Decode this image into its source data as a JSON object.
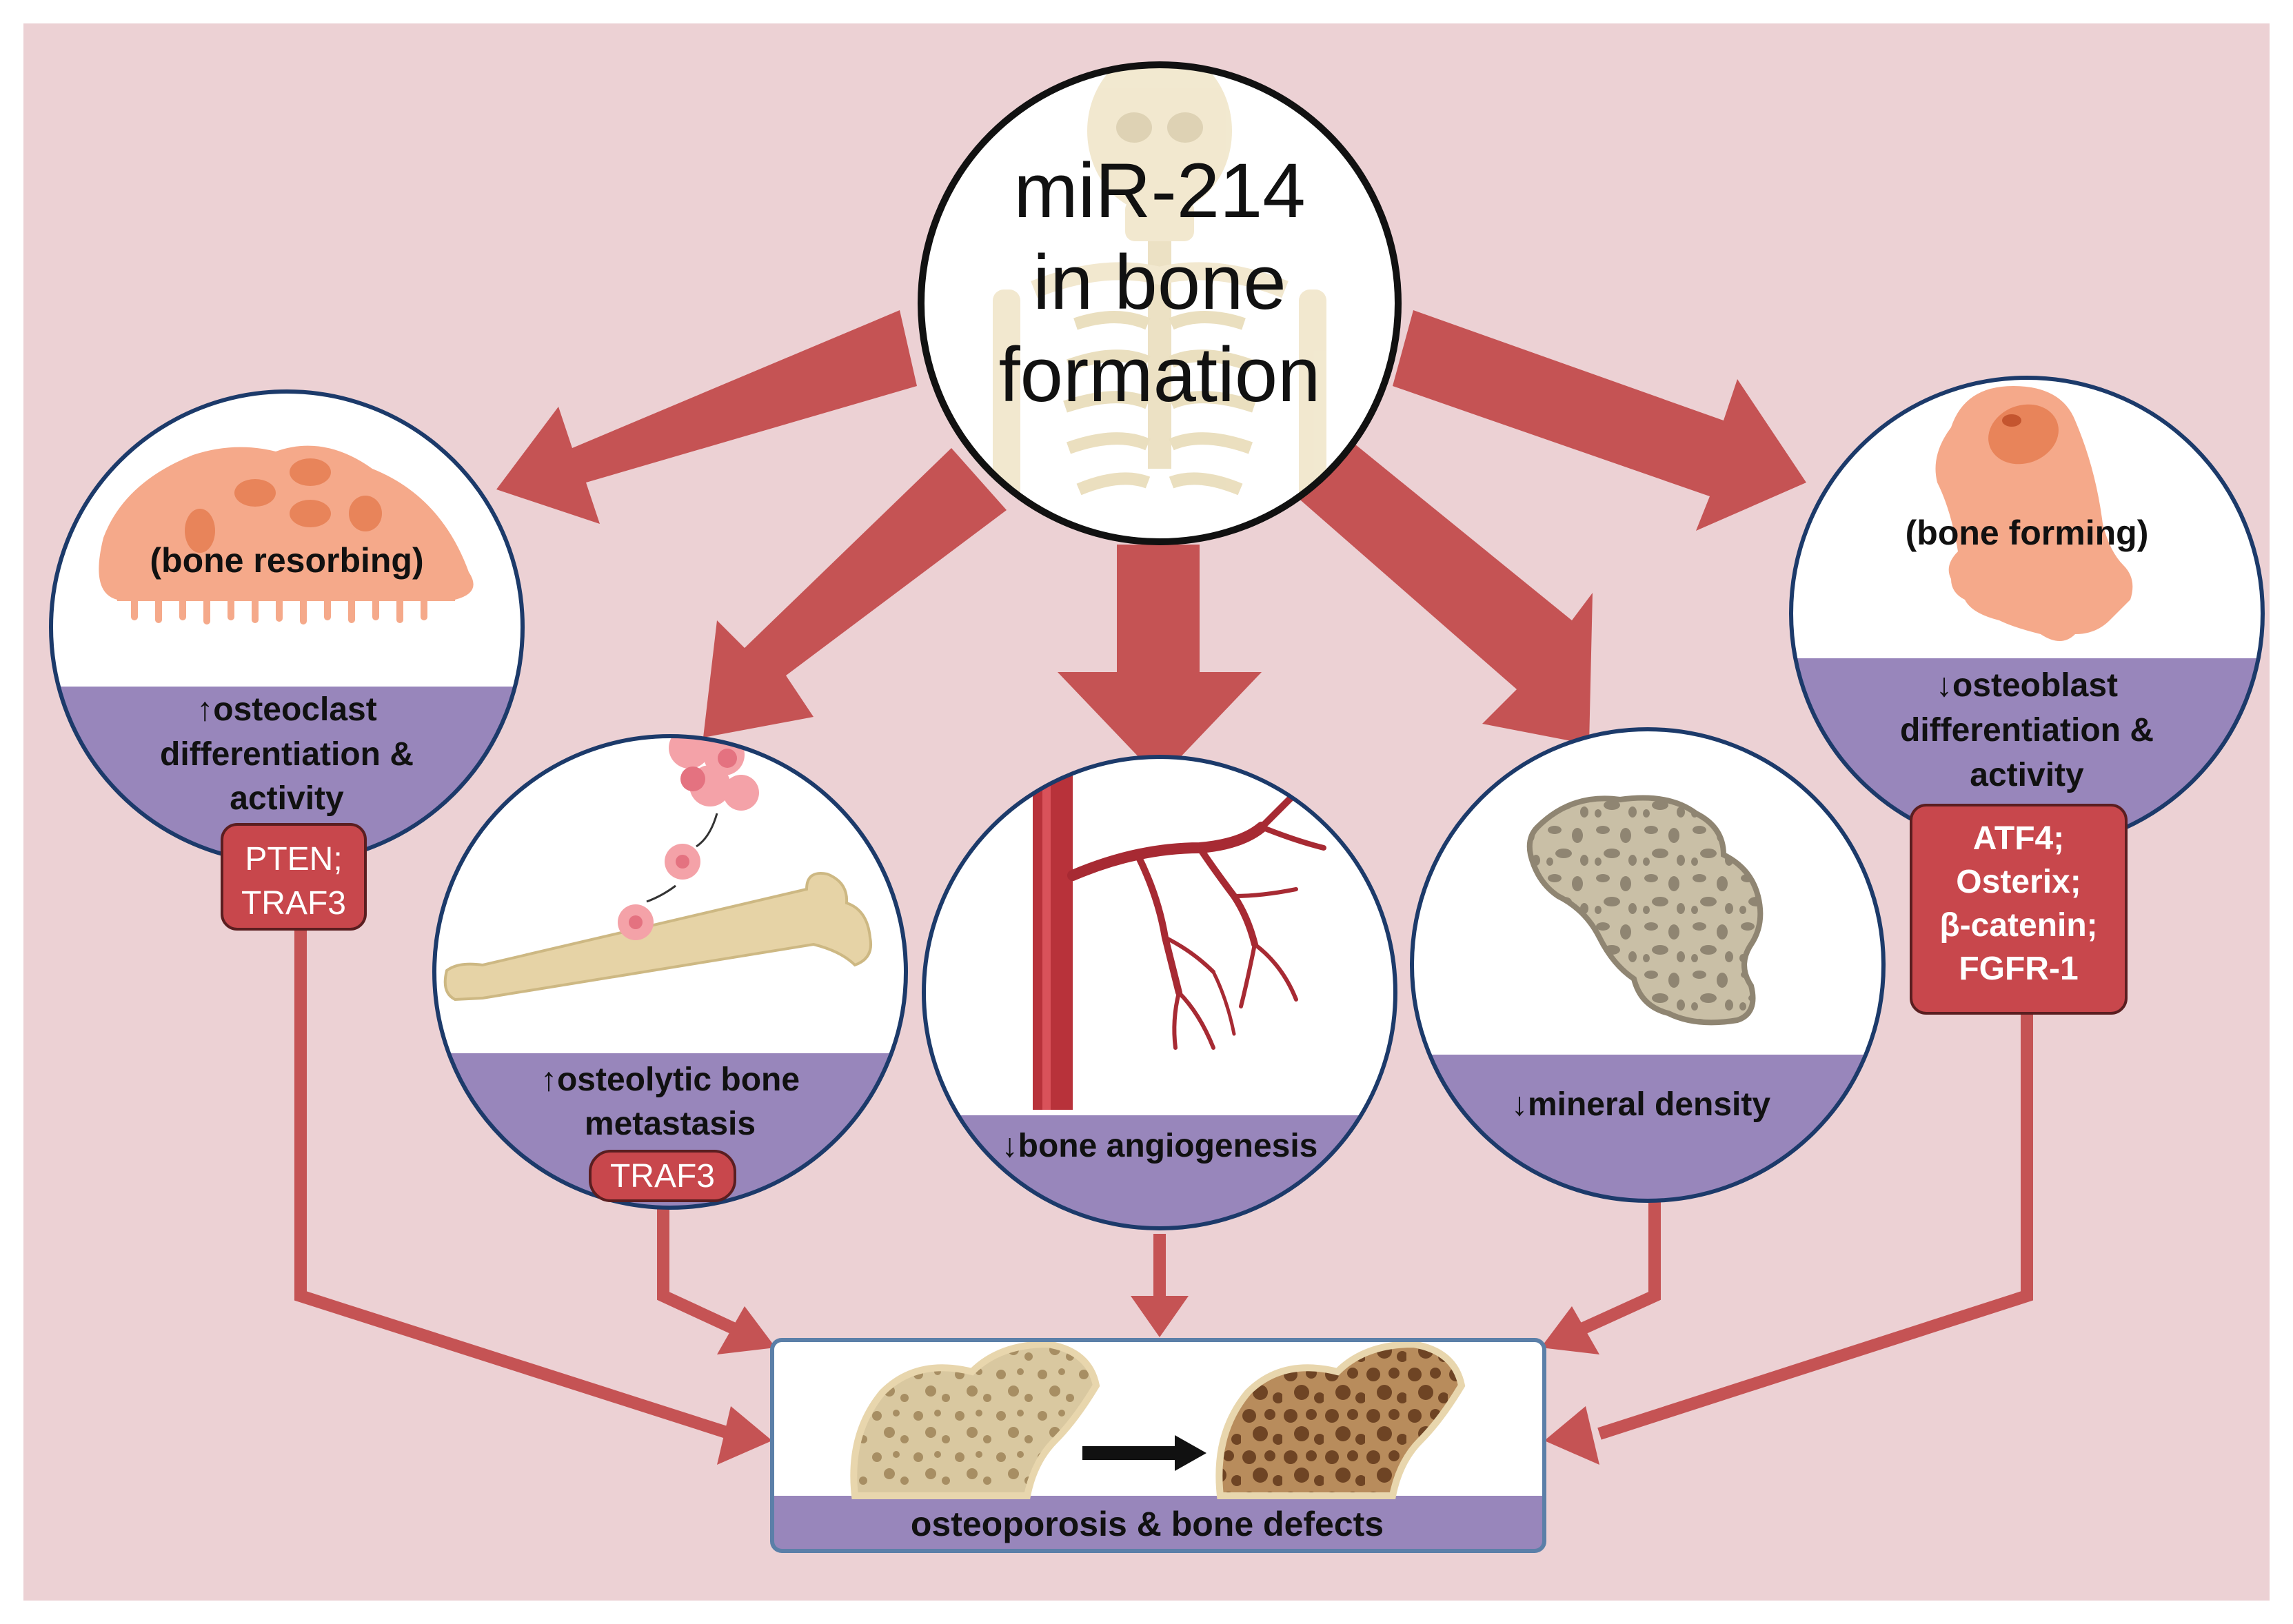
{
  "center": {
    "line1": "miR-214",
    "line2": "in bone",
    "line3": "formation"
  },
  "osteoclast": {
    "cell_label": "(bone resorbing)",
    "effect_line1": "↑osteoclast",
    "effect_line2": "differentiation &",
    "effect_line3": "activity",
    "targets_line1": "PTEN;",
    "targets_line2": "TRAF3"
  },
  "metastasis": {
    "effect_line1": "↑osteolytic bone",
    "effect_line2": "metastasis",
    "target": "TRAF3"
  },
  "angiogenesis": {
    "effect": "↓bone angiogenesis"
  },
  "density": {
    "effect": "↓mineral density"
  },
  "osteoblast": {
    "cell_label": "(bone forming)",
    "effect_line1": "↓osteoblast",
    "effect_line2": "differentiation &",
    "effect_line3": "activity",
    "targets": [
      "ATF4;",
      "Osterix;",
      "β-catenin;",
      "FGFR-1"
    ]
  },
  "outcome": {
    "label": "osteoporosis & bone defects"
  },
  "colors": {
    "background": "#ecd1d4",
    "arrow": "#c55354",
    "panel": "#9886bb",
    "tag": "#c8474c",
    "cell": "#f5a98a",
    "nucleus": "#e8845a"
  }
}
